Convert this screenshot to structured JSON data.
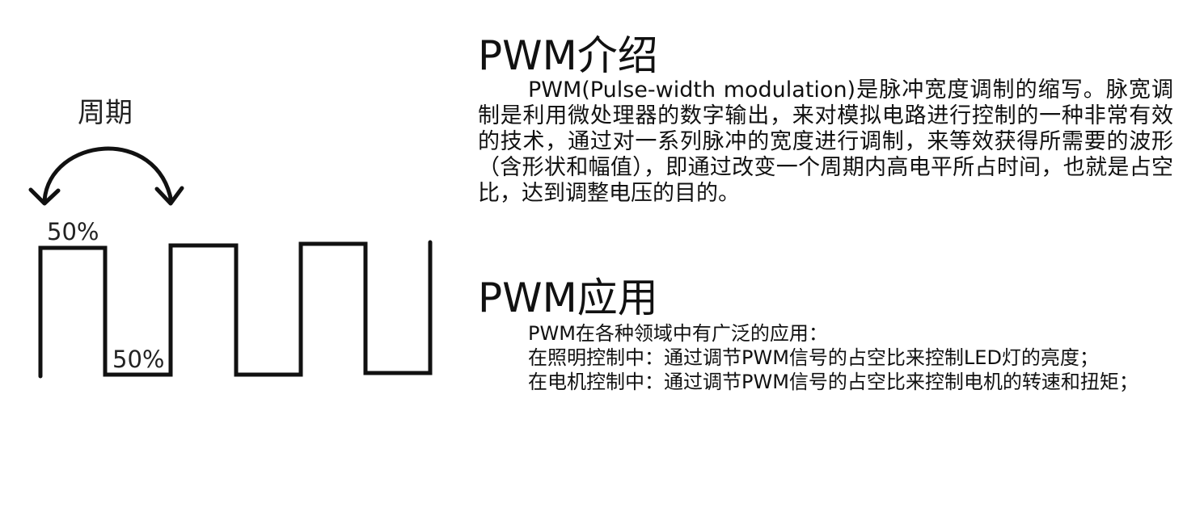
{
  "diagram": {
    "period_label": "周期",
    "duty_high_label": "50%",
    "duty_low_label": "50%"
  },
  "intro": {
    "title": "PWM介绍",
    "body": "PWM(Pulse-width modulation)是脉冲宽度调制的缩写。脉宽调制是利用微处理器的数字输出，来对模拟电路进行控制的一种非常有效的技术，通过对一系列脉冲的宽度进行调制，来等效获得所需要的波形（含形状和幅值），即通过改变一个周期内高电平所占时间，也就是占空比，达到调整电压的目的。"
  },
  "application": {
    "title": "PWM应用",
    "paragraphs": [
      "PWM在各种领域中有广泛的应用：",
      "在照明控制中：通过调节PWM信号的占空比来控制LED灯的亮度；",
      "在电机控制中：通过调节PWM信号的占空比来控制电机的转速和扭矩；"
    ]
  }
}
